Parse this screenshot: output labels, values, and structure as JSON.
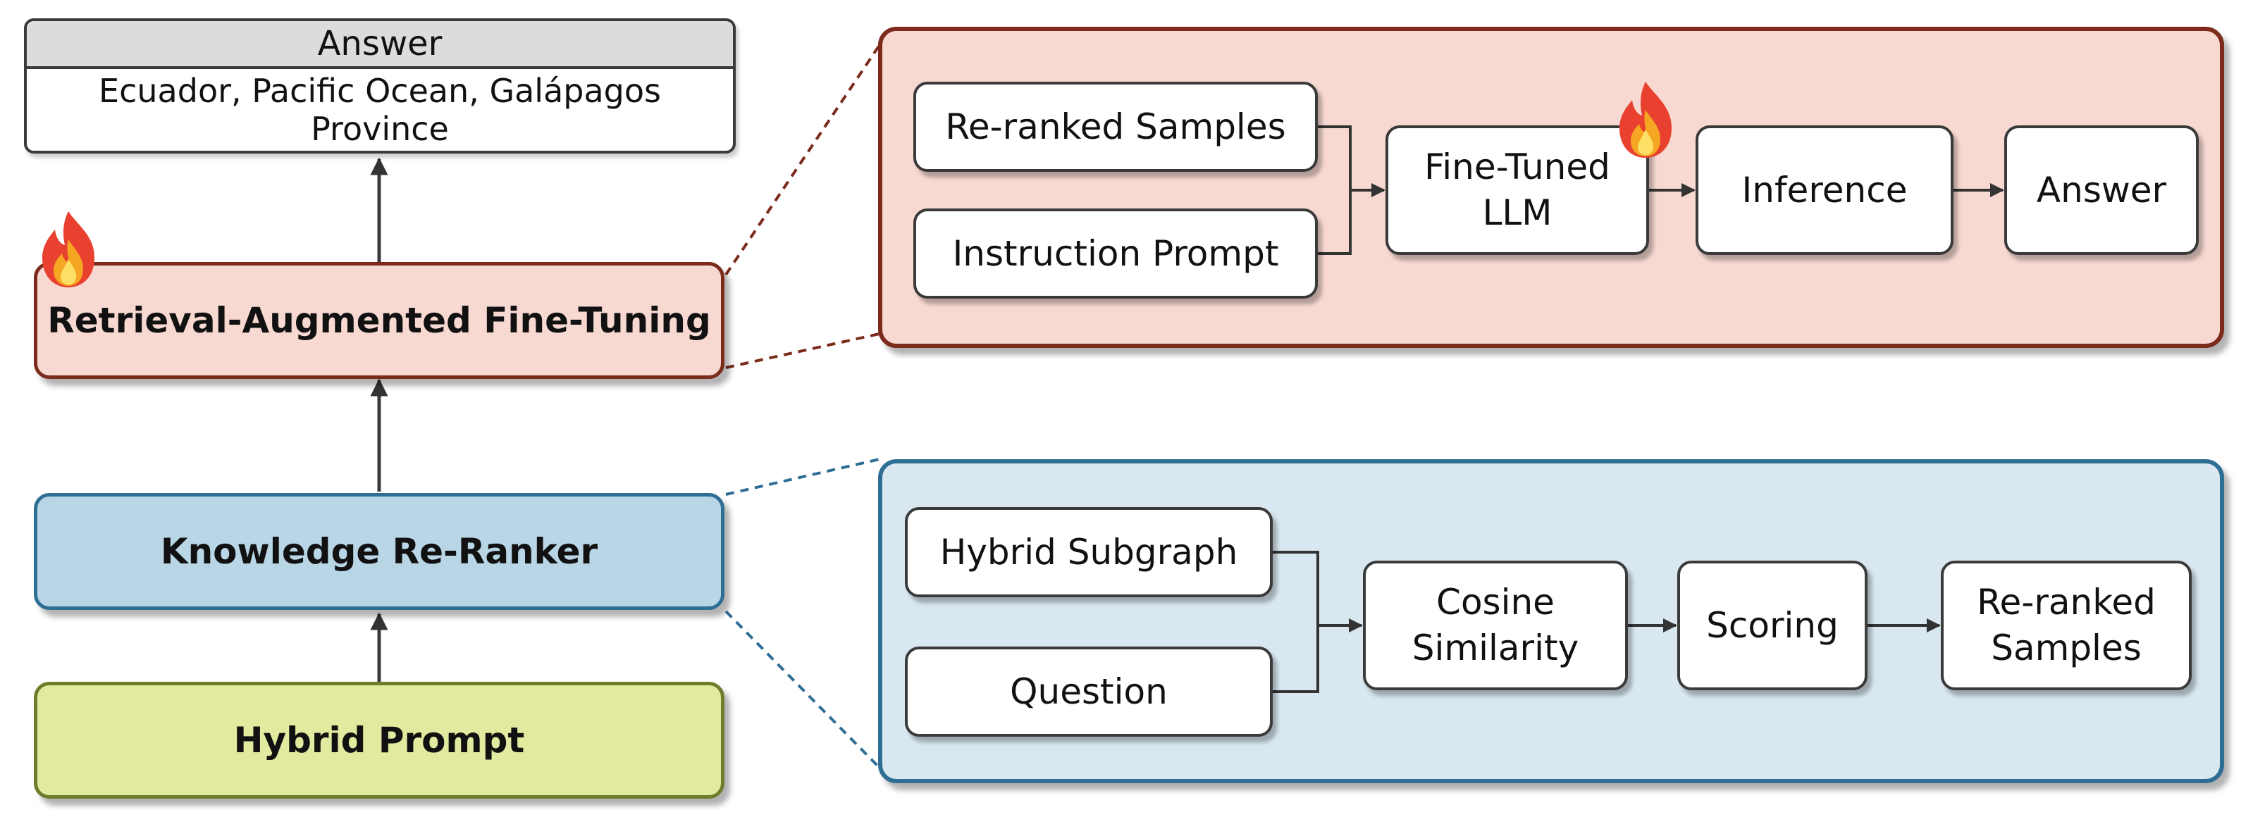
{
  "left_column": {
    "answer_title": "Answer",
    "answer_text": "Ecuador, Pacific Ocean, Galápagos Province",
    "raft_label": "Retrieval-Augmented Fine-Tuning",
    "reranker_label": "Knowledge Re-Ranker",
    "hybrid_prompt_label": "Hybrid Prompt"
  },
  "top_panel": {
    "reranked_samples": "Re-ranked Samples",
    "instruction_prompt": "Instruction Prompt",
    "fine_tuned_llm_line1": "Fine-Tuned",
    "fine_tuned_llm_line2": "LLM",
    "inference": "Inference",
    "answer": "Answer"
  },
  "bottom_panel": {
    "hybrid_subgraph": "Hybrid Subgraph",
    "question": "Question",
    "cosine_line1": "Cosine",
    "cosine_line2": "Similarity",
    "scoring": "Scoring",
    "reranked_line1": "Re-ranked",
    "reranked_line2": "Samples"
  },
  "colors": {
    "raft_fill": "#f8d9d2",
    "raft_border": "#7b2a1c",
    "reranker_fill": "#b9d6e6",
    "reranker_border": "#2f6e94",
    "hybrid_fill": "#e2eaa0",
    "hybrid_border": "#6e7d2c",
    "top_panel_fill": "#f8d9d2",
    "bottom_panel_fill": "#d8e7f0",
    "flame": "fire-icon"
  }
}
